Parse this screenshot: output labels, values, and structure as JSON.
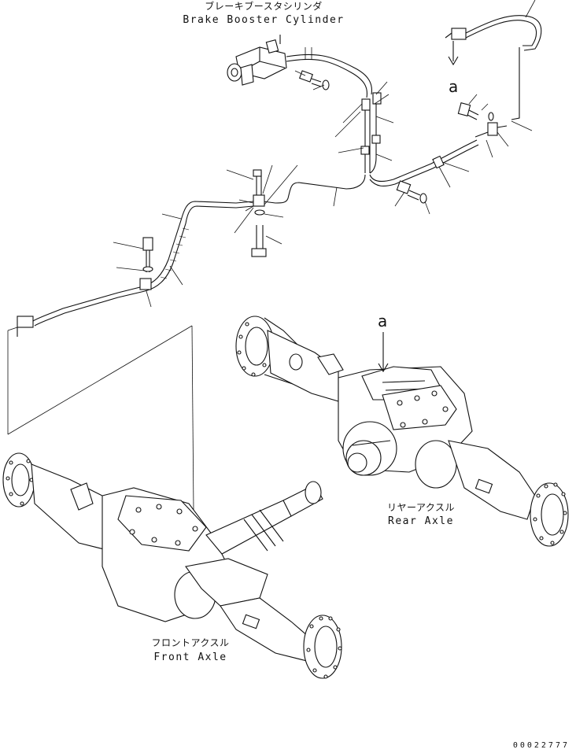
{
  "labels": {
    "brake_booster_jp": "ブレーキブースタシリンダ",
    "brake_booster_en": "Brake Booster Cylinder",
    "rear_axle_jp": "リヤーアクスル",
    "rear_axle_en": "Rear Axle",
    "front_axle_jp": "フロントアクスル",
    "front_axle_en": "Front Axle"
  },
  "reference_marks": {
    "upper": "a",
    "lower": "a"
  },
  "document_number": "00022777"
}
